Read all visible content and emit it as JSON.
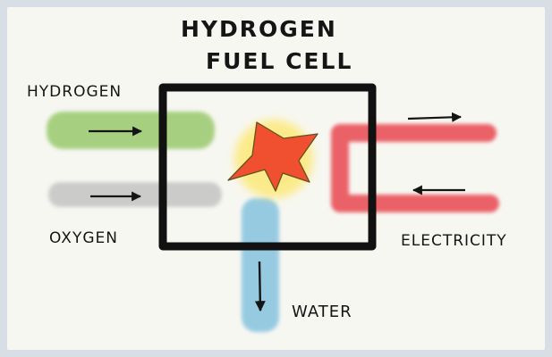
{
  "diagram": {
    "title_line1": "HYDROGEN",
    "title_line2": "FUEL CELL",
    "inputs": {
      "hydrogen_label": "HYDROGEN",
      "oxygen_label": "OXYGEN"
    },
    "outputs": {
      "electricity_label": "ELECTRICITY",
      "water_label": "WATER"
    },
    "colors": {
      "hydrogen_stream": "#8cc35a",
      "oxygen_stream": "#c4c4c4",
      "electricity_loop": "#e8474f",
      "water_stream": "#7fc0dd",
      "reaction_star": "#f0482c",
      "reaction_glow": "#ffe135",
      "cell_outline": "#111111"
    }
  }
}
